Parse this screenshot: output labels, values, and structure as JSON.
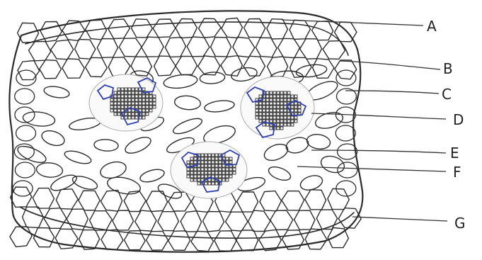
{
  "diagram": {
    "labels": [
      "A",
      "B",
      "C",
      "D",
      "E",
      "F",
      "G"
    ]
  },
  "colors": {
    "ink": "#2b2b2b",
    "xylem": "#2f3fb0",
    "paper": "#ffffff"
  }
}
